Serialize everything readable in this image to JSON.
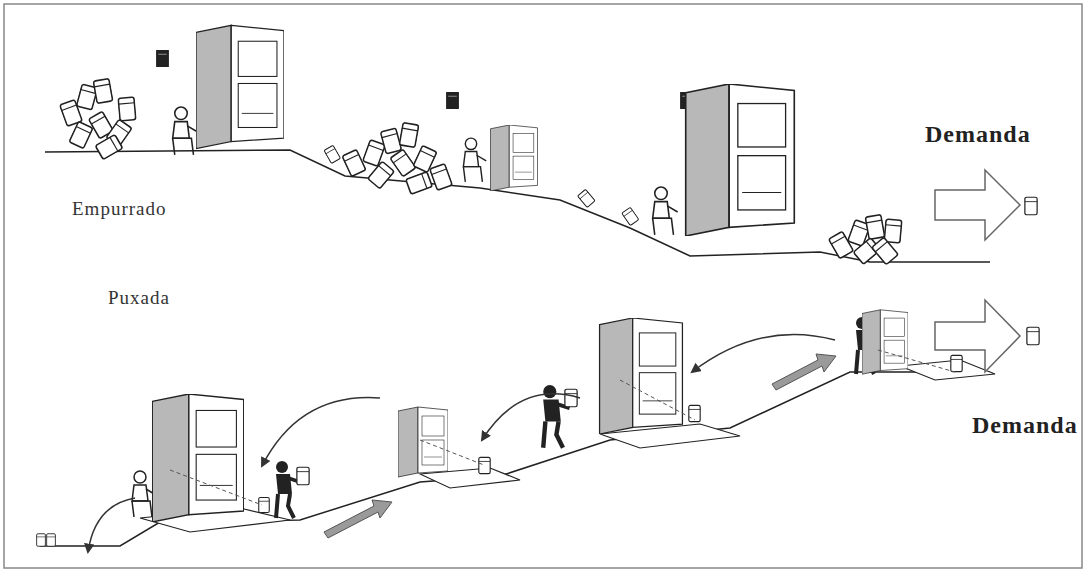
{
  "diagram": {
    "labels": [
      "Empurrado",
      "Demanda",
      "Puxada",
      "Demanda"
    ]
  }
}
